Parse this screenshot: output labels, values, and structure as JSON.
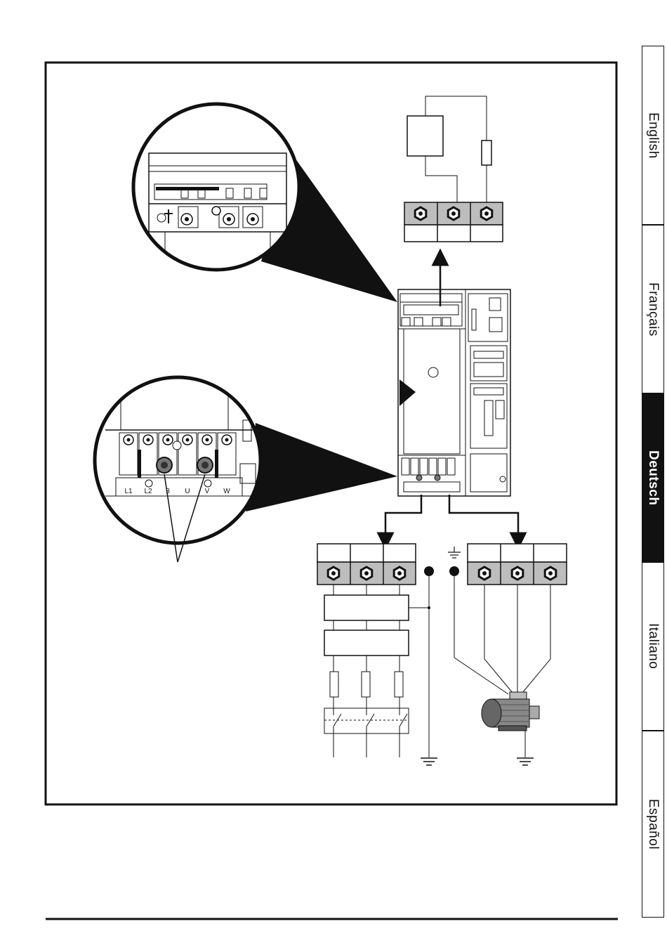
{
  "language_tabs": [
    {
      "label": "English",
      "active": false
    },
    {
      "label": "Français",
      "active": false
    },
    {
      "label": "Deutsch",
      "active": true
    },
    {
      "label": "Italiano",
      "active": false
    },
    {
      "label": "Español",
      "active": false
    }
  ],
  "power_terminals": {
    "labels": [
      "L1",
      "L2",
      "3",
      "U",
      "V",
      "W"
    ]
  },
  "colors": {
    "line": "#111111",
    "terminal_fill": "#bdbdbd",
    "accent_tab": "#111111"
  },
  "icons": [
    "ground-symbol",
    "terminal-nut-icon",
    "motor-icon",
    "fuse-icon",
    "resistor-icon",
    "arrow-icon"
  ]
}
